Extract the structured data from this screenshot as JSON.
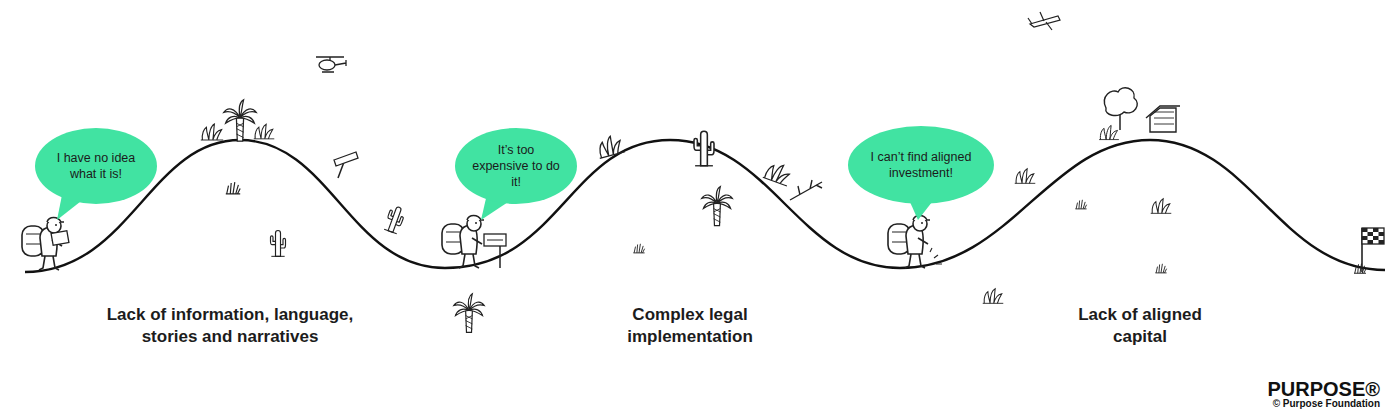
{
  "diagram": {
    "nodes": [
      {
        "text": [
          "I have no idea what it is!"
        ]
      },
      {
        "text": [
          "It’s too expensive to do it!"
        ]
      },
      {
        "text": [
          "I can’t find aligned investment!"
        ]
      }
    ],
    "labels": [
      "Lack of information, language, stories and narratives",
      "Complex legal implementation",
      "Lack of aligned capital",
      "PURPOSE®",
      "© Purpose Foundation"
    ]
  }
}
